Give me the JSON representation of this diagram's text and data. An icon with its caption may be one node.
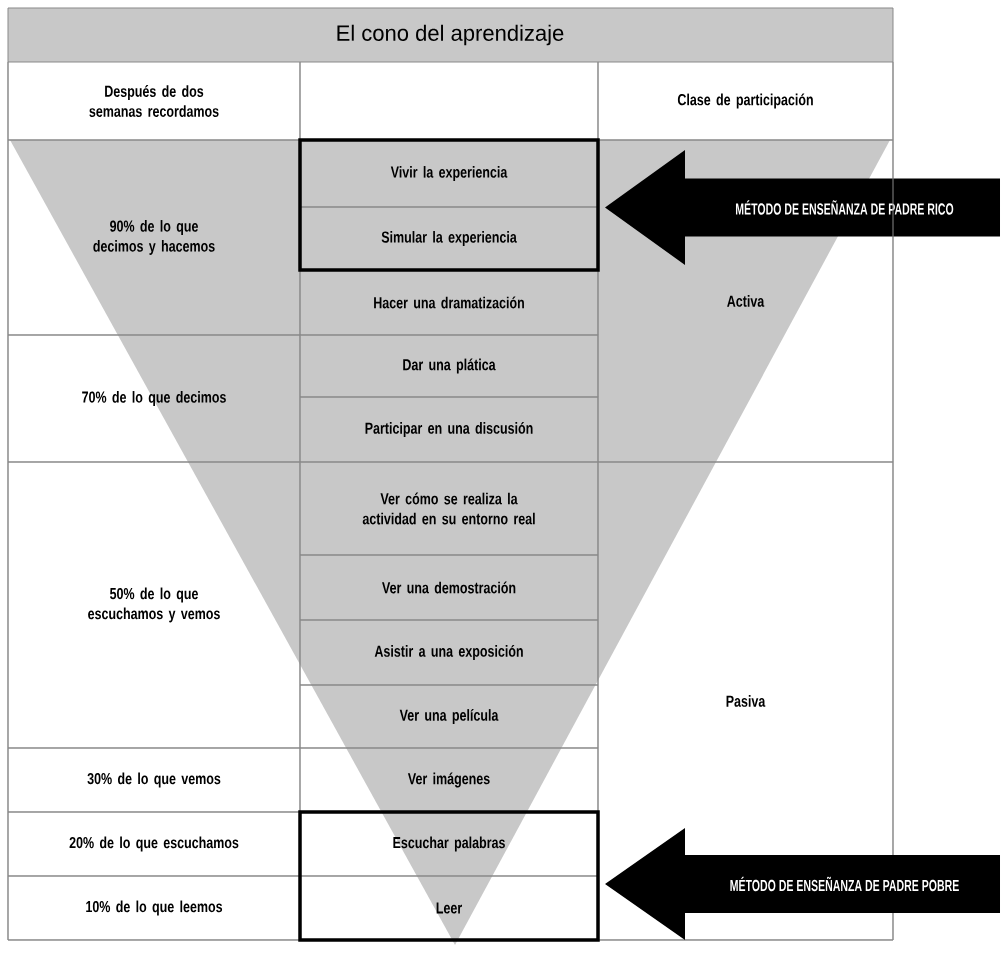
{
  "diagram": {
    "title": "El cono del aprendizaje",
    "nodes": [
      {
        "text": [
          "Después de dos semanas recordamos"
        ]
      },
      {
        "text": [],
        "shape": "box"
      },
      {
        "text": [
          "Clase de participación"
        ]
      },
      {
        "text": [
          "90% de lo que decimos y hacemos"
        ]
      },
      {
        "text": [],
        "shape": "box"
      },
      {
        "text": [
          "Vivir la experiencia"
        ],
        "in": 4
      },
      {
        "text": [
          "Simular la experiencia"
        ],
        "in": 4
      },
      {
        "text": [
          "MÉTODO DE ENSEÑANZA DE PADRE RICO"
        ]
      },
      {
        "text": [
          "Activa"
        ]
      },
      {
        "text": [
          "Hacer una dramatización"
        ]
      },
      {
        "text": [
          "70% de lo que decimos"
        ]
      },
      {
        "text": [
          "Dar una plática"
        ]
      },
      {
        "text": [
          "Participar en una discusión"
        ]
      },
      {
        "text": [
          "50% de lo que escuchamos y vemos"
        ]
      },
      {
        "text": [
          "Ver cómo se realiza la actividad en su entorno real"
        ]
      },
      {
        "text": [
          "Ver una demostración"
        ]
      },
      {
        "text": [
          "Asistir a una exposición"
        ]
      },
      {
        "text": [
          "Pasiva"
        ]
      },
      {
        "text": [
          "Ver una película"
        ]
      },
      {
        "text": [
          "30% de lo que vemos"
        ]
      },
      {
        "text": [
          "Ver imágenes"
        ]
      },
      {
        "text": [
          "20% de lo que escuchamos"
        ]
      },
      {
        "text": [],
        "shape": "box"
      },
      {
        "text": [
          "Escuchar palabras"
        ],
        "in": 22
      },
      {
        "text": [
          "MÉTODO DE ENSEÑANZA DE PADRE POBRE"
        ]
      },
      {
        "text": [
          "10% de lo que leemos"
        ]
      },
      {
        "text": [
          "Leer"
        ],
        "in": 22
      }
    ]
  }
}
